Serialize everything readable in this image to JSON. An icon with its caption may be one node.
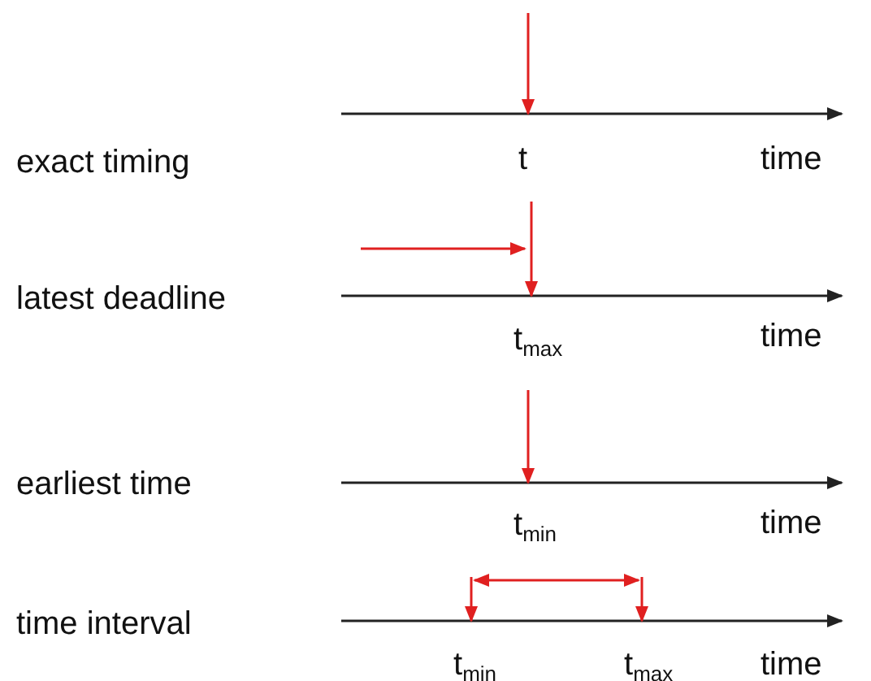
{
  "diagram": {
    "labels": [
      "exact timing",
      "t",
      "time",
      "latest deadline",
      "t$_{max}$",
      "time",
      "earliest time",
      "t$_{min}$",
      "time",
      "time interval",
      "t$_{min}$",
      "t$_{max}$",
      "time"
    ]
  }
}
